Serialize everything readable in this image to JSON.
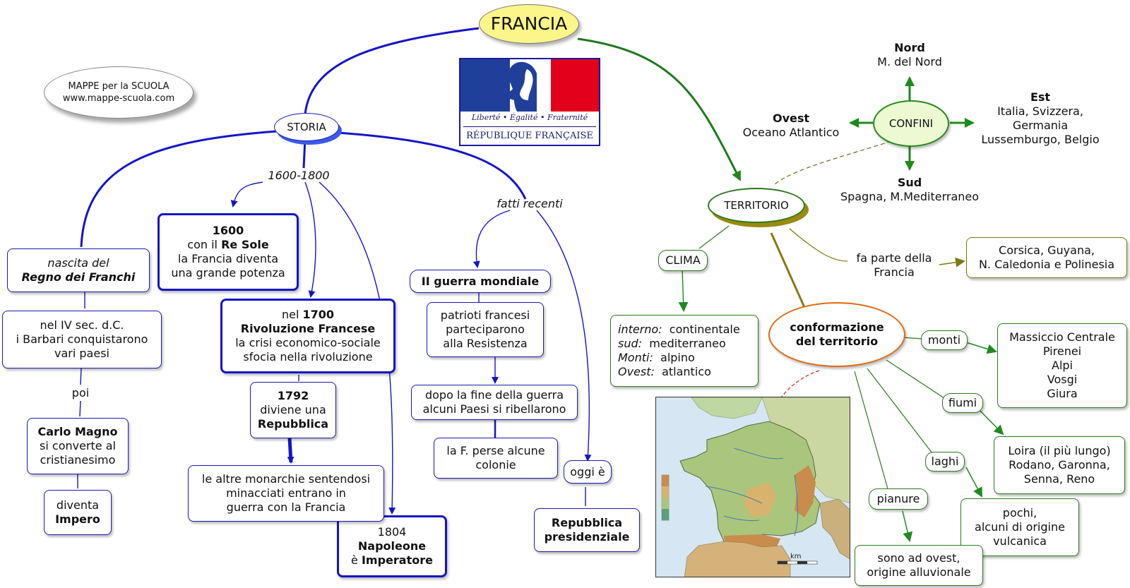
{
  "title": "FRANCIA",
  "emblem": {
    "motto": "Liberté • Égalité • Fraternité",
    "name": "RÉPUBLIQUE FRANÇAISE",
    "colors": {
      "blue": "#1f3f9a",
      "white": "#ffffff",
      "red": "#e2001a"
    }
  },
  "credit": {
    "line1": "MAPPE per la SCUOLA",
    "line2": "www.mappe-scuola.com"
  },
  "storia": {
    "label": "STORIA",
    "nascita": {
      "line1": "nascita del",
      "line2": "Regno dei Franchi"
    },
    "barbari": {
      "line1": "nel IV sec. d.C.",
      "line2": "i Barbari conquistarono",
      "line3": "vari paesi"
    },
    "poi": "poi",
    "carlo": {
      "line1": "Carlo Magno",
      "line2": "si converte al",
      "line3": "cristianesimo"
    },
    "impero": {
      "line1": "diventa",
      "line2": "Impero"
    },
    "period": "1600-1800",
    "re_sole": {
      "line1": "1600",
      "line2a": "con il ",
      "line2b": "Re Sole",
      "line3": "la Francia diventa",
      "line4": "una grande potenza"
    },
    "rivoluzione": {
      "line1a": "nel ",
      "line1b": "1700",
      "line2": "Rivoluzione Francese",
      "line3": "la crisi economico-sociale",
      "line4": "sfocia nella rivoluzione"
    },
    "repubblica": {
      "line1": "1792",
      "line2": "diviene una",
      "line3": "Repubblica"
    },
    "monarchie": {
      "line1": "le altre monarchie sentendosi",
      "line2": "minacciati entrano in",
      "line3": "guerra con la Francia"
    },
    "napoleone": {
      "line1": "1804",
      "line2": "Napoleone",
      "line3a": "è ",
      "line3b": "Imperatore"
    },
    "recenti": "fatti recenti",
    "guerra": "II guerra mondiale",
    "patrioti": {
      "line1": "patrioti francesi",
      "line2": "parteciparono",
      "line3": "alla Resistenza"
    },
    "dopo": {
      "line1": "dopo la fine della guerra",
      "line2": "alcuni Paesi si ribellarono"
    },
    "colonie": {
      "line1": "la F. perse alcune",
      "line2": "colonie"
    },
    "oggi": "oggi è",
    "presidenziale": {
      "line1": "Repubblica",
      "line2": "presidenziale"
    }
  },
  "territorio": {
    "label": "TERRITORIO",
    "confini": {
      "label": "CONFINI",
      "nord": {
        "title": "Nord",
        "text": "M. del Nord"
      },
      "ovest": {
        "title": "Ovest",
        "text": "Oceano Atlantico"
      },
      "est": {
        "title": "Est",
        "line1": "Italia, Svizzera,",
        "line2": "Germania",
        "line3": "Lussemburgo, Belgio"
      },
      "sud": {
        "title": "Sud",
        "text": "Spagna, M.Mediterraneo"
      }
    },
    "clima": {
      "label": "CLIMA",
      "interno_k": "interno:",
      "interno_v": "continentale",
      "sud_k": "sud:",
      "sud_v": "mediterraneo",
      "monti_k": "Monti:",
      "monti_v": "alpino",
      "ovest_k": "Ovest:",
      "ovest_v": "atlantico"
    },
    "fa_parte": {
      "line1": "fa parte della",
      "line2": "Francia"
    },
    "isole": {
      "line1": "Corsica, Guyana,",
      "line2": "N. Caledonia e Polinesia"
    },
    "conformazione": {
      "line1": "conformazione",
      "line2": "del territorio"
    },
    "monti": {
      "label": "monti",
      "list": [
        "Massiccio Centrale",
        "Pirenei",
        "Alpi",
        "Vosgi",
        "Giura"
      ]
    },
    "fiumi": {
      "label": "fiumi",
      "line1": "Loira (il più lungo)",
      "line2": "Rodano, Garonna,",
      "line3": "Senna, Reno"
    },
    "laghi": {
      "label": "laghi",
      "line1": "pochi,",
      "line2": "alcuni di origine",
      "line3": "vulcanica"
    },
    "pianure": {
      "label": "pianure",
      "line1": "sono ad ovest,",
      "line2": "origine alluvionale"
    },
    "map_scale": "km"
  }
}
